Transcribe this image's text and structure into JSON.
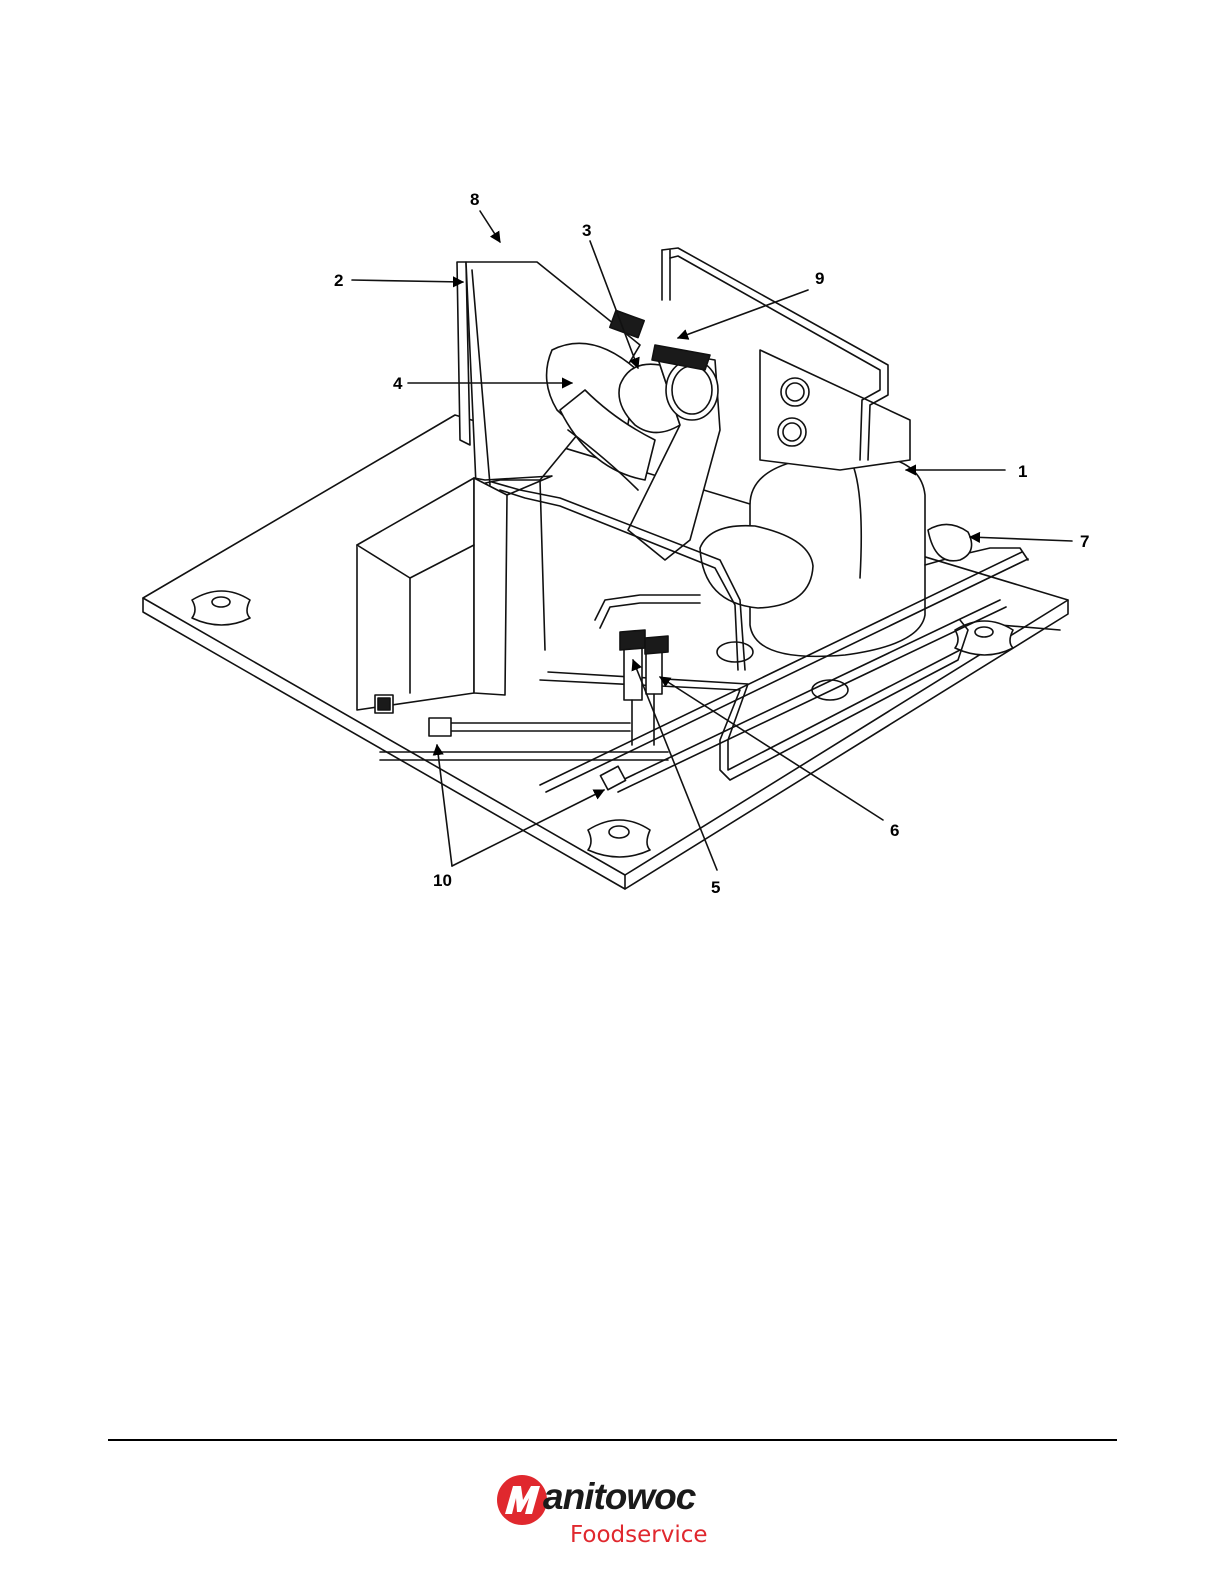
{
  "callouts": {
    "c1": "1",
    "c2": "2",
    "c3": "3",
    "c4": "4",
    "c5": "5",
    "c6": "6",
    "c7": "7",
    "c8": "8",
    "c9": "9",
    "c10": "10"
  },
  "logo": {
    "word": "anitowoc",
    "sub": "Foodservice",
    "mark_icon": "manitowoc-m-logo-icon",
    "brand_color": "#e0282e"
  }
}
